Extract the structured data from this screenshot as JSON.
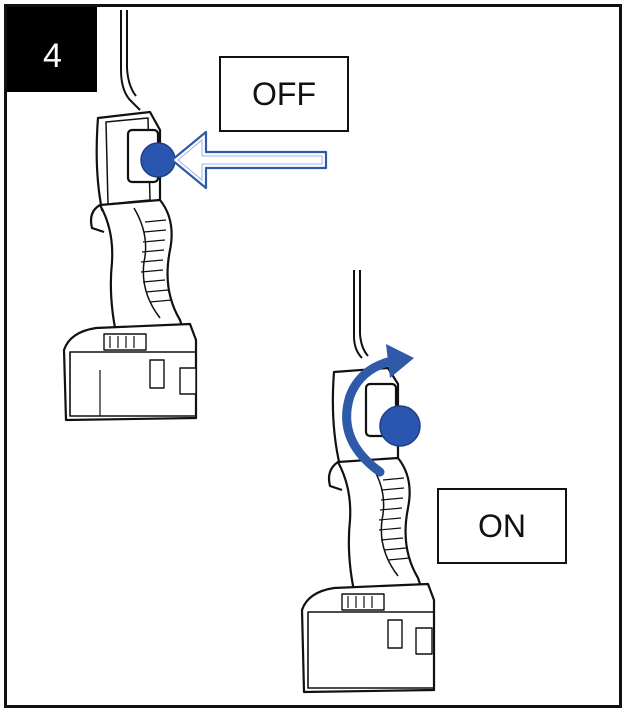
{
  "step": {
    "number": "4"
  },
  "labels": {
    "off": "OFF",
    "on": "ON"
  },
  "colors": {
    "accent": "#2f5aa8",
    "knob": "#2b56b0",
    "outline": "#111111"
  },
  "icons": {
    "push_arrow": "arrow-left-outline-icon",
    "rotate_arrow": "rotate-arrow-icon"
  }
}
